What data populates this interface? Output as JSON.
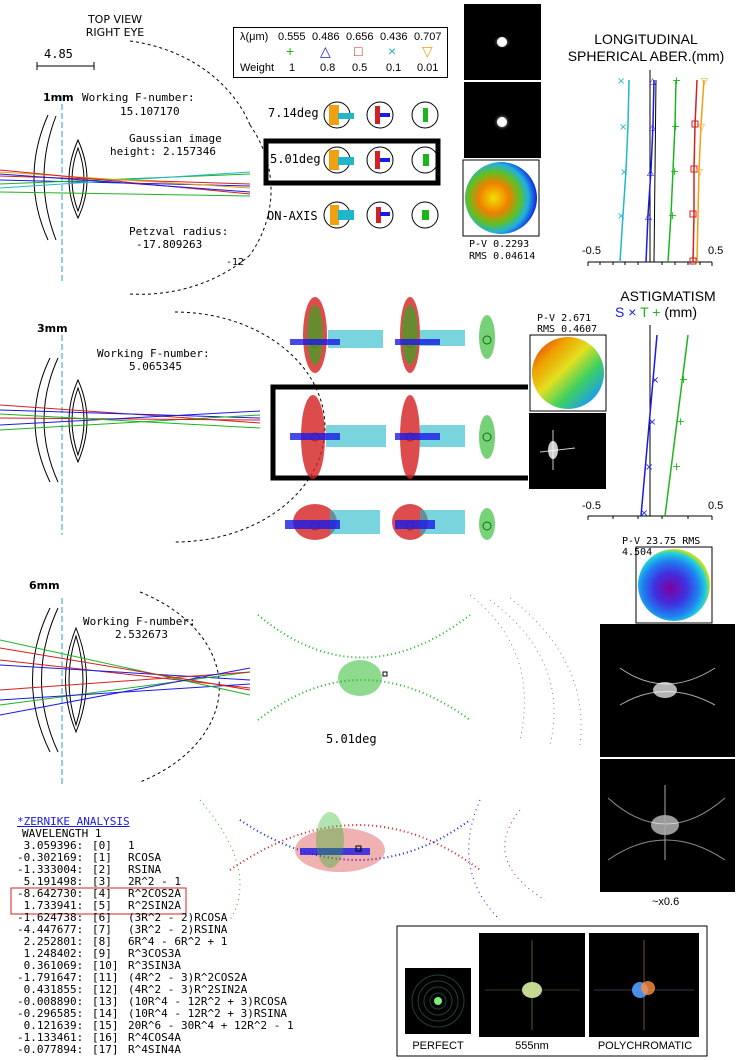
{
  "header": {
    "view_line1": "TOP VIEW",
    "view_line2": "RIGHT EYE",
    "scale_label": "4.85"
  },
  "legend": {
    "lambda_label": "λ(μm)",
    "weight_label": "Weight",
    "wavelengths": [
      "0.555",
      "0.486",
      "0.656",
      "0.436",
      "0.707"
    ],
    "weights": [
      "1",
      "0.8",
      "0.5",
      "0.1",
      "0.01"
    ],
    "symbols": [
      "+",
      "△",
      "□",
      "×",
      "▽"
    ],
    "colors": [
      "#1db51d",
      "#1a1ae6",
      "#d42020",
      "#20b8c8",
      "#f0a010"
    ]
  },
  "section1": {
    "pupil": "1mm",
    "fnum_label": "Working F-number:",
    "fnum_value": "15.107170",
    "gauss_label1": "Gaussian image",
    "gauss_label2": "height: 2.157346",
    "petzval_label": "Petzval radius:",
    "petzval_value": "-17.809263",
    "tick": "-12",
    "fields": [
      "7.14deg",
      "5.01deg",
      "ON-AXIS"
    ],
    "pv_label": "P-V 0.2293",
    "rms_label": "RMS 0.04614"
  },
  "lsa": {
    "title1": "LONGITUDINAL",
    "title2": "SPHERICAL ABER.(mm)",
    "xmin": "-0.5",
    "xmax": "0.5"
  },
  "section2": {
    "pupil": "3mm",
    "fnum_label": "Working F-number:",
    "fnum_value": "5.065345",
    "pv_label": "P-V 2.671",
    "rms_label": "RMS 0.4607"
  },
  "astig": {
    "title": "ASTIGMATISM",
    "s_label": "S",
    "t_label": "T",
    "x_sym": "×",
    "plus_sym": "+",
    "units": "(mm)",
    "xmin": "-0.5",
    "xmax": "0.5"
  },
  "section3": {
    "pupil": "6mm",
    "fnum_label": "Working F-number:",
    "fnum_value": "2.532673",
    "field": "5.01deg",
    "pv_rms": "P-V 23.75 RMS 4.504",
    "magnification": "~x0.6"
  },
  "zernike": {
    "title": "*ZERNIKE ANALYSIS",
    "wavelength": "WAVELENGTH 1",
    "rows": [
      {
        "value": " 3.059396:",
        "index": "[0]",
        "term": "1"
      },
      {
        "value": "-0.302169:",
        "index": "[1]",
        "term": "RCOSA"
      },
      {
        "value": "-1.333004:",
        "index": "[2]",
        "term": "RSINA"
      },
      {
        "value": " 5.191498:",
        "index": "[3]",
        "term": "2R^2 - 1"
      },
      {
        "value": "-8.642730:",
        "index": "[4]",
        "term": "R^2COS2A"
      },
      {
        "value": " 1.733941:",
        "index": "[5]",
        "term": "R^2SIN2A"
      },
      {
        "value": "-1.624738:",
        "index": "[6]",
        "term": "(3R^2 - 2)RCOSA"
      },
      {
        "value": "-4.447677:",
        "index": "[7]",
        "term": "(3R^2 - 2)RSINA"
      },
      {
        "value": " 2.252801:",
        "index": "[8]",
        "term": "6R^4 - 6R^2 + 1"
      },
      {
        "value": " 1.248402:",
        "index": "[9]",
        "term": "R^3COS3A"
      },
      {
        "value": " 0.361069:",
        "index": "[10]",
        "term": "R^3SIN3A"
      },
      {
        "value": "-1.791647:",
        "index": "[11]",
        "term": "(4R^2 - 3)R^2COS2A"
      },
      {
        "value": " 0.431855:",
        "index": "[12]",
        "term": "(4R^2 - 3)R^2SIN2A"
      },
      {
        "value": "-0.008890:",
        "index": "[13]",
        "term": "(10R^4 - 12R^2 + 3)RCOSA"
      },
      {
        "value": "-0.296585:",
        "index": "[14]",
        "term": "(10R^4 - 12R^2 + 3)RSINA"
      },
      {
        "value": " 0.121639:",
        "index": "[15]",
        "term": "20R^6 - 30R^4 + 12R^2 - 1"
      },
      {
        "value": "-1.133461:",
        "index": "[16]",
        "term": "R^4COS4A"
      },
      {
        "value": "-0.077894:",
        "index": "[17]",
        "term": "R^4SIN4A"
      }
    ]
  },
  "psf_panel": {
    "labels": [
      "PERFECT",
      "555nm",
      "POLYCHROMATIC"
    ]
  }
}
